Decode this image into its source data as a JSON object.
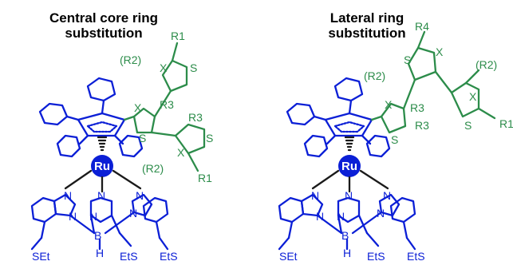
{
  "titles": {
    "left_line1": "Central core ring",
    "left_line2": "substitution",
    "right_line1": "Lateral ring",
    "right_line2": "substitution"
  },
  "atoms": {
    "metal": "Ru",
    "heteroatom": "X",
    "sulfur": "S",
    "nitrogen": "N",
    "boron": "B",
    "hydrogen": "H",
    "thioether": "SEt",
    "thioether_rev": "EtS"
  },
  "groups": {
    "r1": "R1",
    "r2": "(R2)",
    "r3": "R3",
    "r4": "R4"
  },
  "colors": {
    "scaffold": "#0b1fd6",
    "substituents": "#2c8c4a",
    "bond_to_metal": "#1a1a1a"
  }
}
